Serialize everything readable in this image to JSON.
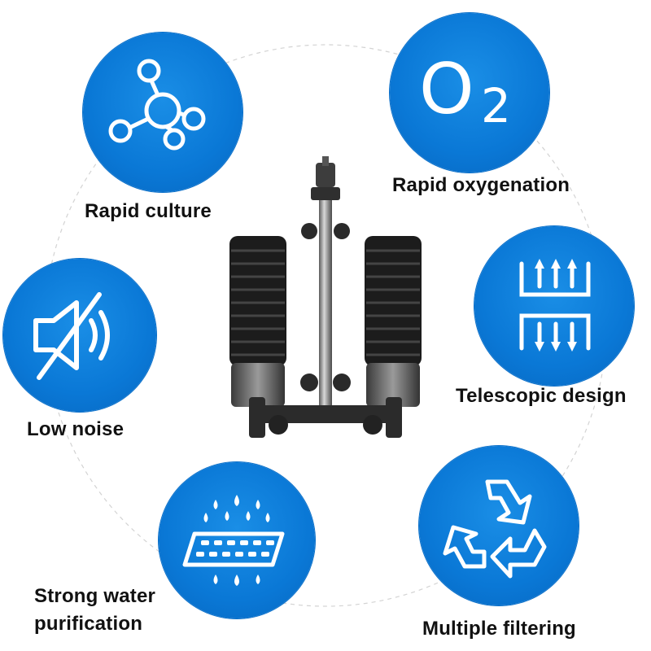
{
  "features": [
    {
      "id": "rapid-culture",
      "label": "Rapid culture",
      "icon": "molecule-icon"
    },
    {
      "id": "rapid-oxygenation",
      "label": "Rapid oxygenation",
      "icon": "o2-icon",
      "icon_text": "O",
      "icon_sub": "2"
    },
    {
      "id": "low-noise",
      "label": "Low noise",
      "icon": "muted-speaker-icon"
    },
    {
      "id": "telescopic-design",
      "label": "Telescopic design",
      "icon": "telescopic-arrows-icon"
    },
    {
      "id": "strong-water-purification",
      "label": "Strong water purification",
      "icon": "water-filter-icon"
    },
    {
      "id": "multiple-filtering",
      "label": "Multiple filtering",
      "icon": "recycle-arrows-icon"
    }
  ],
  "colors": {
    "circle": "#0a78d6",
    "icon_stroke": "#ffffff",
    "ring": "#d0d0d0",
    "label": "#111111"
  },
  "product": {
    "icon": "sponge-filter-product-image"
  }
}
